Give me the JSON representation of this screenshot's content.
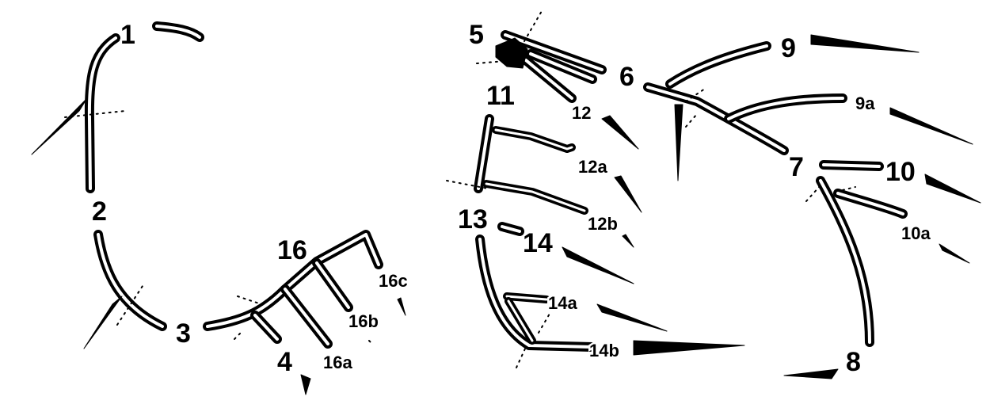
{
  "labels": {
    "l1": "1",
    "l2": "2",
    "l3": "3",
    "l4": "4",
    "l5": "5",
    "l6": "6",
    "l7": "7",
    "l8": "8",
    "l9": "9",
    "l9a": "9a",
    "l10": "10",
    "l10a": "10a",
    "l11": "11",
    "l12": "12",
    "l12a": "12a",
    "l12b": "12b",
    "l13": "13",
    "l14": "14",
    "l14a": "14a",
    "l14b": "14b",
    "l16": "16",
    "l16a": "16a",
    "l16b": "16b",
    "l16c": "16c"
  },
  "colors": {
    "ink": "#000000",
    "background": "#ffffff"
  }
}
